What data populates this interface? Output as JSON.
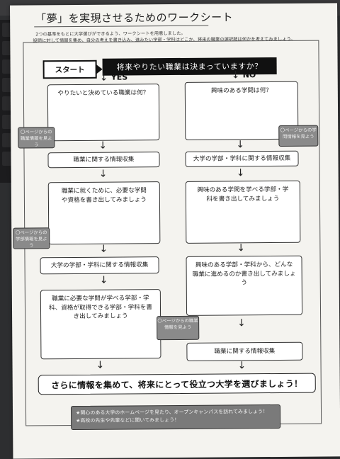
{
  "title": "「夢」を実現させるためのワークシート",
  "intro": [
    "2つの基準をもとに大学選びができるよう、ワークシートを用意しました。",
    "設問に対して情報を集め、自分の考えを書き込み、進みたい学部・学科はどこか、将来の職業の選択肢は何かを考えてみましょう。"
  ],
  "start": "スタート",
  "question": "将来やりたい職業は決まっていますか？",
  "yes": "YES",
  "no": "NO",
  "arrow_glyph": "↓",
  "left": {
    "q1": "やりたいと決めている職業は何？",
    "collect1": "職業に関する情報収集",
    "q2": "職業に就くために、必要な学問や資格を書き出してみましょう",
    "collect2": "大学の学部・学科に関する情報収集",
    "q3": "職業に必要な学問が学べる学部・学科、資格が取得できる学部・学科を書き出してみましょう"
  },
  "right": {
    "q1": "興味のある学問は何？",
    "collect1": "大学の学部・学科に関する情報収集",
    "q2": "興味のある学問を学べる学部・学科を書き出してみましょう",
    "q3": "興味のある学部・学科から、どんな職業に進めるのか書き出してみましょう",
    "collect2": "職業に関する情報収集"
  },
  "tags": {
    "left1": "〇ページからの職業情報を見よう",
    "right1": "〇ページからの学問情報を見よう",
    "left2": "〇ページからの学部情報を見よう",
    "right2": "〇ページからの職業情報を見よう"
  },
  "final": "さらに情報を集めて、将来にとって役立つ大学を選びましょう！",
  "notes": [
    "★関心のある大学のホームページを見たり、オープンキャンパスを訪れてみましょう！",
    "★高校の先生や先輩などに聞いてみましょう！"
  ]
}
